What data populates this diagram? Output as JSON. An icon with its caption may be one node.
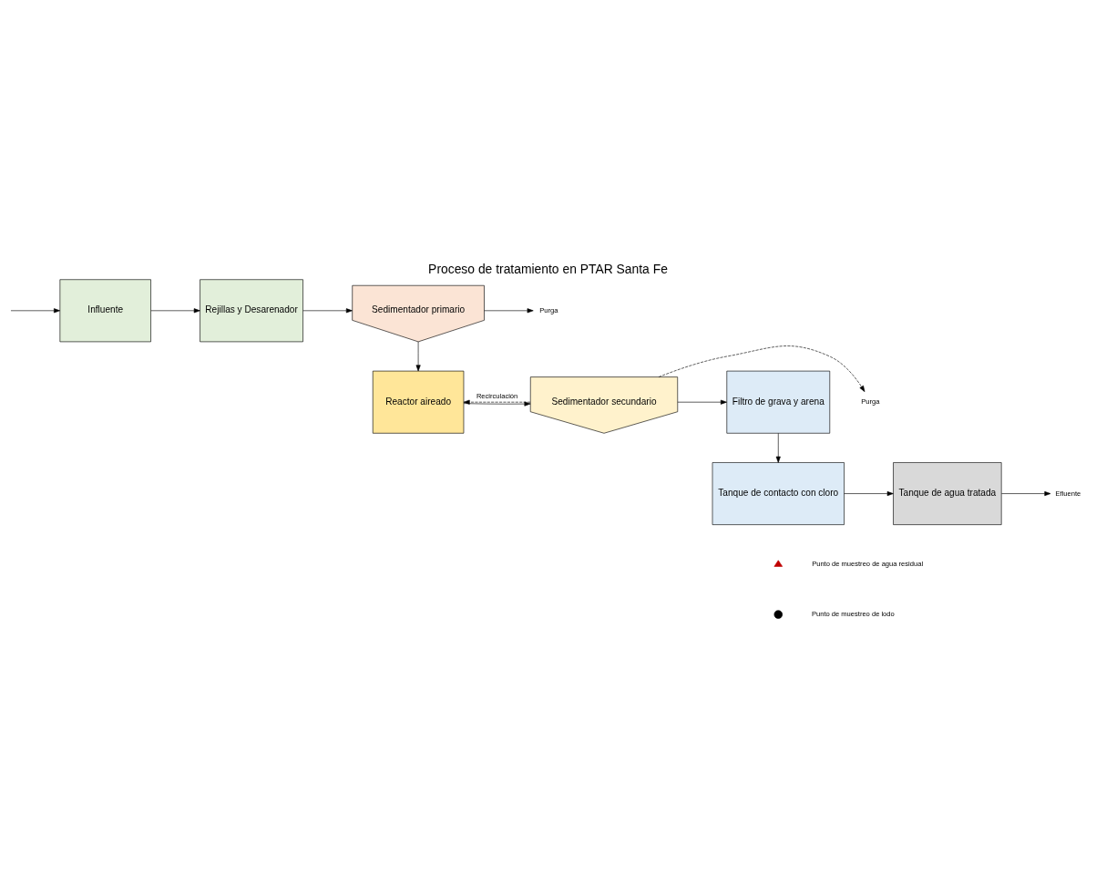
{
  "diagram": {
    "title": "Proceso de tratamiento en PTAR Santa Fe",
    "nodes": [
      {
        "text": [
          "Influente"
        ]
      },
      {
        "text": [
          "Rejillas y Desarenador"
        ]
      },
      {
        "text": [
          "Sedimentador primario"
        ]
      },
      {
        "text": [
          "Reactor aireado"
        ]
      },
      {
        "text": [
          "Sedimentador secundario"
        ]
      },
      {
        "text": [
          "Filtro de grava y arena"
        ]
      },
      {
        "text": [
          "Tanque de contacto con cloro"
        ]
      },
      {
        "text": [
          "Tanque de agua tratada"
        ]
      },
      {
        "text": [
          "Purga"
        ]
      },
      {
        "text": [
          "Efluente"
        ]
      },
      {
        "text": [
          "Purga"
        ]
      }
    ],
    "edges": [
      {
        "from": null,
        "to": 0,
        "arrow": "to"
      },
      {
        "from": 0,
        "to": 1,
        "arrow": "to"
      },
      {
        "from": 1,
        "to": 2,
        "arrow": "to"
      },
      {
        "from": 2,
        "to": 8,
        "arrow": "to"
      },
      {
        "from": 2,
        "to": 3,
        "arrow": "to"
      },
      {
        "from": 3,
        "to": 4,
        "arrow": "to"
      },
      {
        "from": 4,
        "to": 5,
        "arrow": "to"
      },
      {
        "from": 4,
        "to": 3,
        "arrow": "to",
        "label": "Recirculación",
        "style": "dashed"
      },
      {
        "from": 4,
        "to": 10,
        "arrow": "to",
        "style": "dashed"
      },
      {
        "from": 5,
        "to": 6,
        "arrow": "to"
      },
      {
        "from": 6,
        "to": 7,
        "arrow": "to"
      },
      {
        "from": 7,
        "to": 9,
        "arrow": "to"
      }
    ],
    "legend": [
      {
        "text": "Punto de muestreo de agua residual"
      },
      {
        "text": "Punto de muestreo de lodo"
      }
    ]
  }
}
